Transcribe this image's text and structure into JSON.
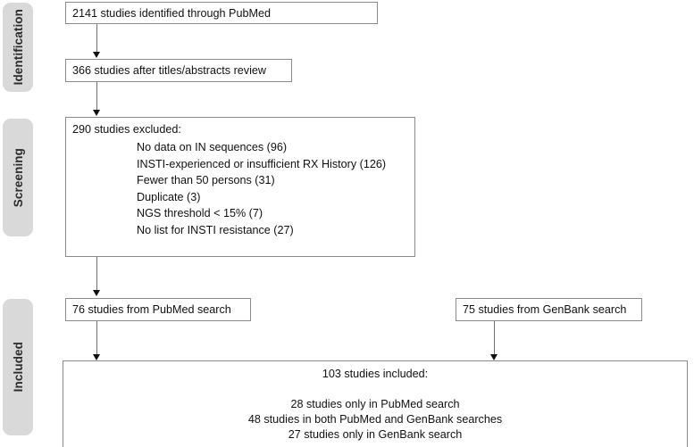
{
  "figure": {
    "type": "prisma-flow-diagram",
    "title": "PRISMA study selection flow diagram"
  },
  "stages": [
    {
      "id": "identification",
      "label": "Identification"
    },
    {
      "id": "screening",
      "label": "Screening"
    },
    {
      "id": "included",
      "label": "Included"
    }
  ],
  "boxes": {
    "identified": {
      "text": "2141 studies identified through PubMed"
    },
    "after_review": {
      "text": "366 studies after titles/abstracts review"
    },
    "excluded": {
      "heading": "290 studies excluded:",
      "reasons": [
        "No data on IN sequences (96)",
        "INSTI-experienced or insufficient RX History (126)",
        "Fewer than 50 persons (31)",
        "Duplicate (3)",
        "NGS threshold < 15% (7)",
        "No list for INSTI resistance (27)"
      ]
    },
    "pubmed_result": {
      "text": "76 studies from PubMed search"
    },
    "genbank_result": {
      "text": "75 studies from GenBank search"
    },
    "final": {
      "heading": "103 studies included:",
      "lines": [
        "28 studies only in PubMed search",
        "48 studies in both PubMed and GenBank searches",
        "27 studies only in GenBank search"
      ]
    }
  },
  "colors": {
    "stage_tab_fill": "#d9d9d9",
    "box_border": "#8b8b8b",
    "connector": "#6f6f6f",
    "text": "#111111",
    "background": "#ffffff"
  }
}
